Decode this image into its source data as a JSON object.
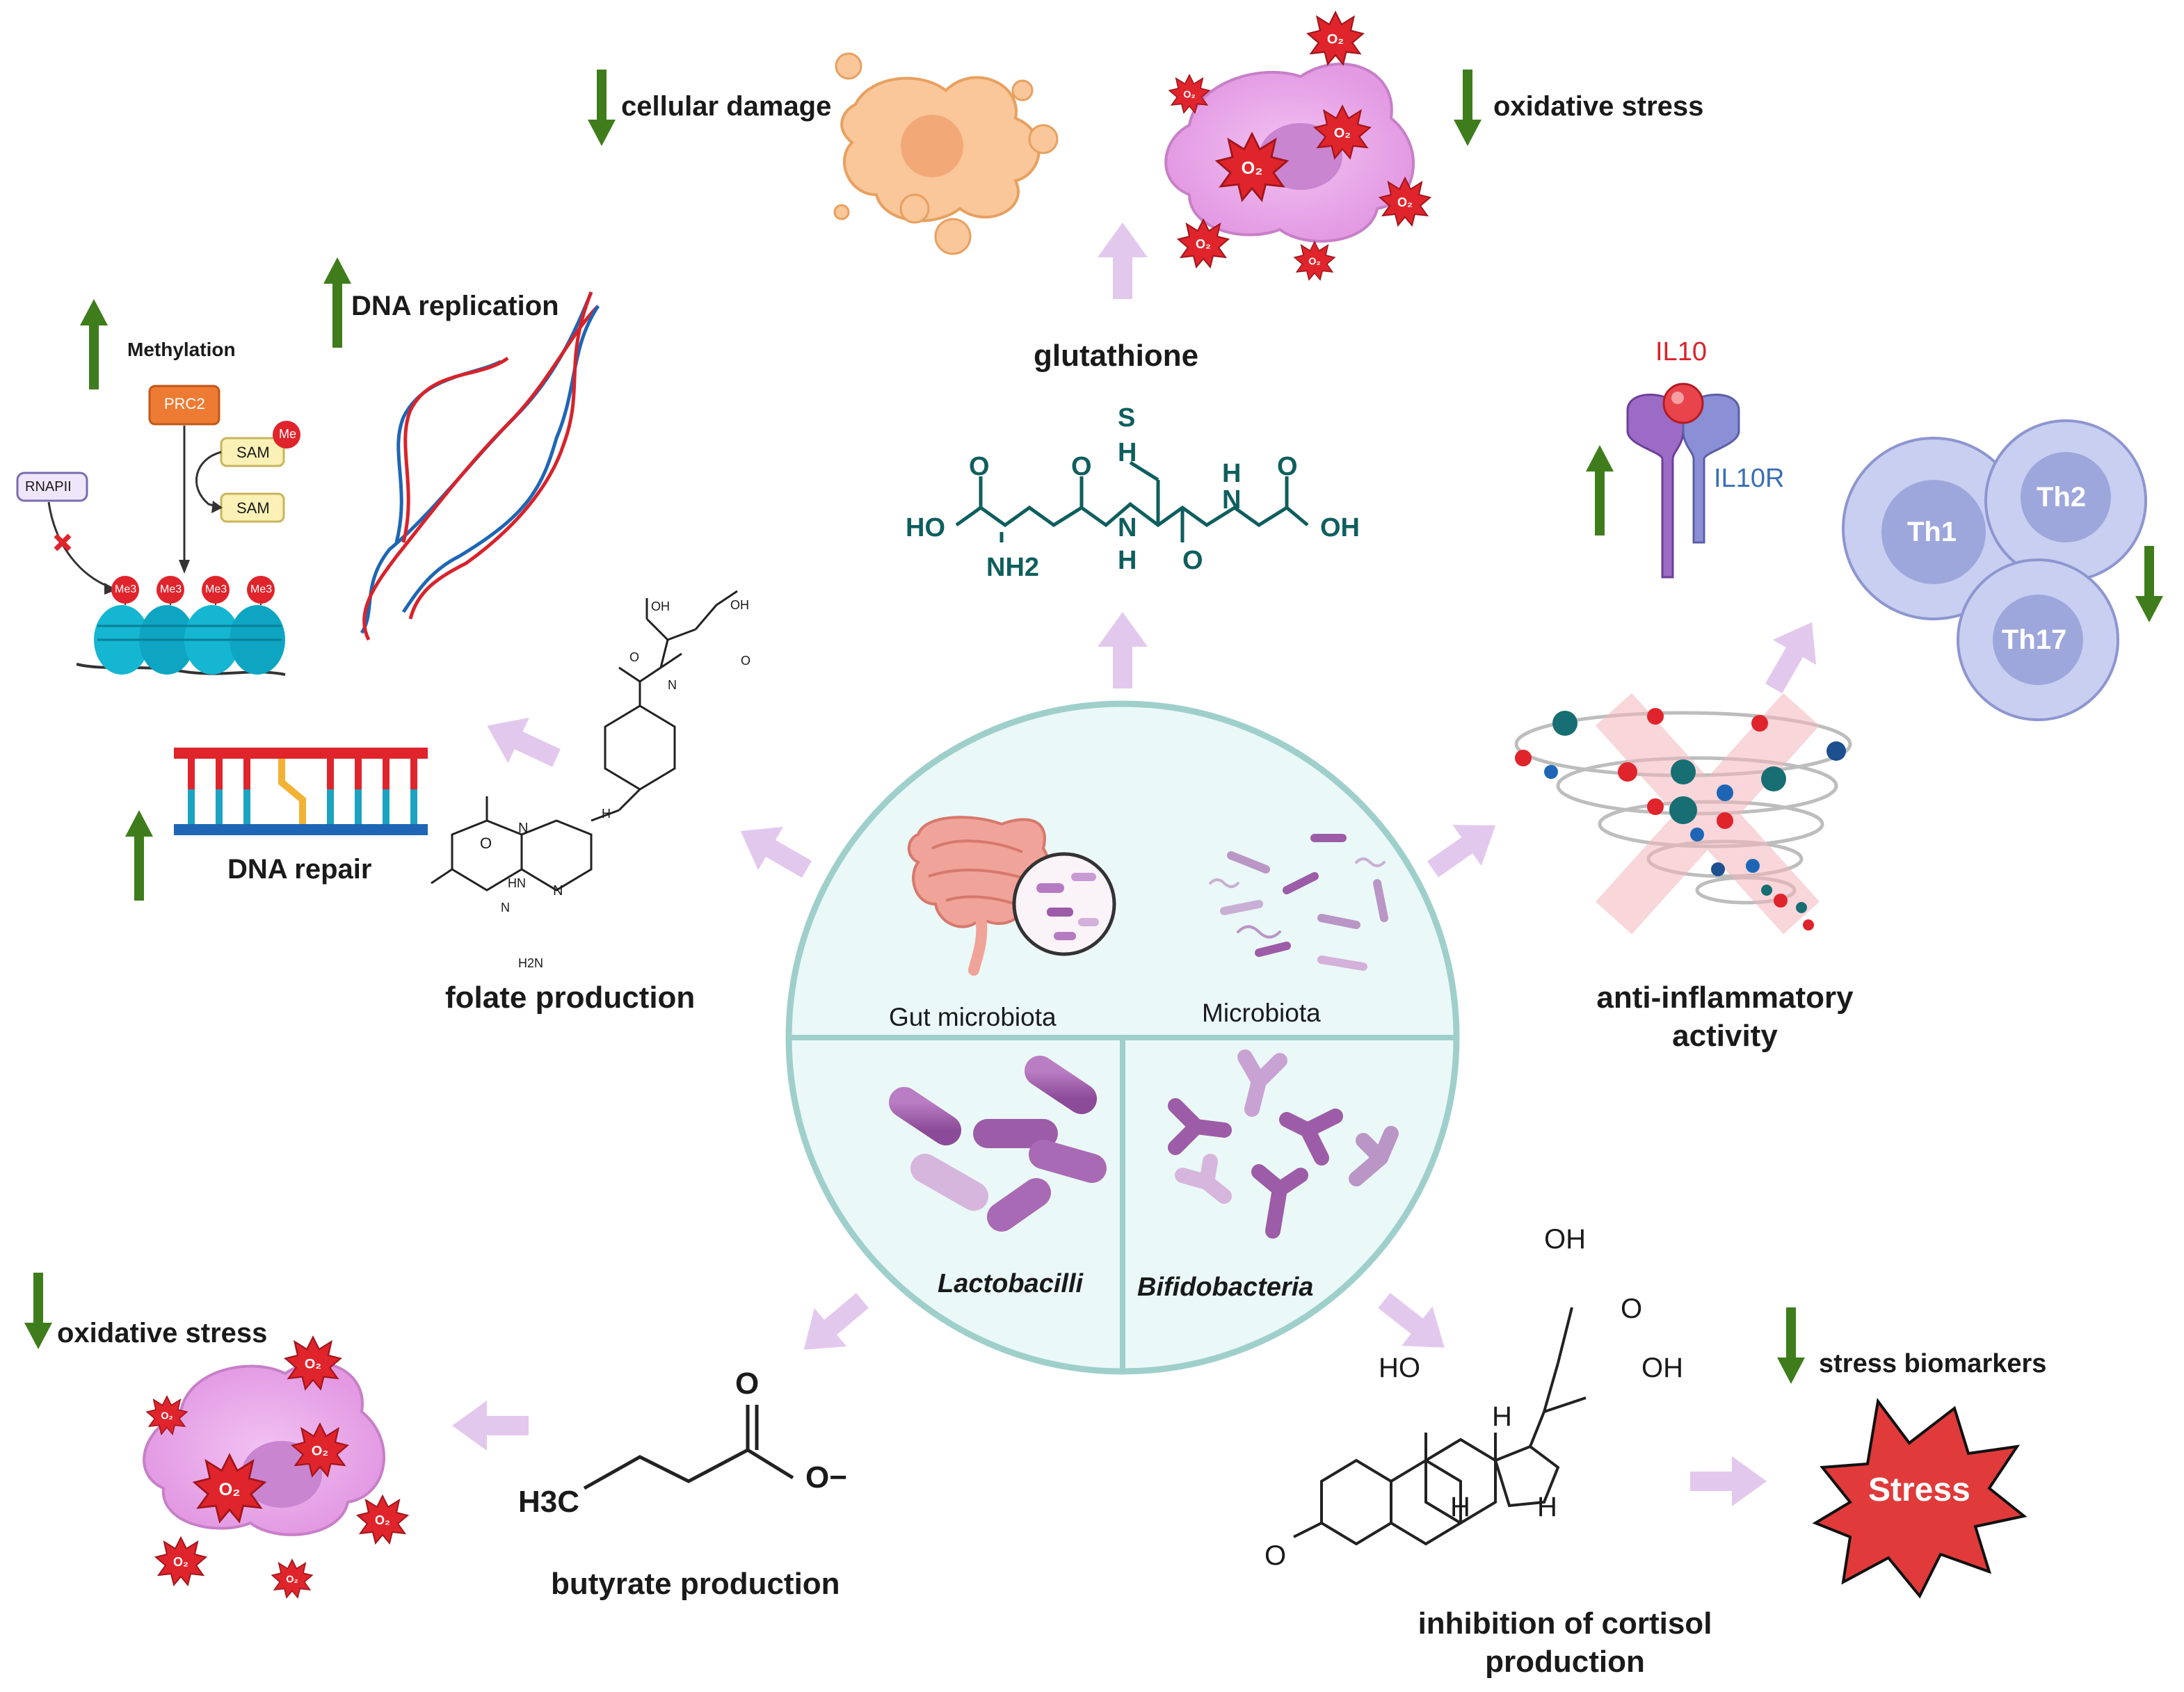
{
  "center": {
    "quadrants": {
      "gut_microbiota": "Gut microbiota",
      "microbiota": "Microbiota",
      "lactobacilli": "Lactobacilli",
      "bifidobacteria": "Bifidobacteria"
    }
  },
  "top": {
    "glutathione": "glutathione",
    "cellular_damage": "cellular damage",
    "oxidative_stress": "oxidative stress"
  },
  "top_left": {
    "methylation": "Methylation",
    "prc2": "PRC2",
    "sam": "SAM",
    "me": "Me",
    "me3": "Me3",
    "rnapii": "RNAPII",
    "dna_replication": "DNA replication",
    "dna_repair": "DNA repair"
  },
  "left": {
    "folate_production": "folate production"
  },
  "right": {
    "il10": "IL10",
    "il10r": "IL10R",
    "th1": "Th1",
    "th2": "Th2",
    "th17": "Th17",
    "anti_inflammatory_line1": "anti-inflammatory",
    "anti_inflammatory_line2": "activity"
  },
  "bottom_left": {
    "oxidative_stress": "oxidative stress",
    "butyrate_production": "butyrate production"
  },
  "bottom_right": {
    "cortisol_line1": "inhibition of cortisol",
    "cortisol_line2": "production",
    "stress_biomarkers": "stress biomarkers",
    "stress": "Stress"
  },
  "chem": {
    "glutathione": {
      "s": "S",
      "h": "H",
      "o": "O",
      "ho": "HO",
      "oh": "OH",
      "n": "N",
      "nh2": "NH2"
    },
    "folate": {
      "oh": "OH",
      "o": "O",
      "nh": "N",
      "h": "H",
      "n": "N",
      "h2n": "H2N",
      "hn": "HN"
    },
    "butyrate": {
      "h3c": "H3C",
      "o": "O",
      "ominus": "O−"
    },
    "cortisol": {
      "oh": "OH",
      "ho": "HO",
      "o": "O",
      "h": "H"
    }
  },
  "colors": {
    "circle_fill": "#eaf8f7",
    "circle_stroke": "#9fcfcb",
    "arrow_purple": "#e3c8ee",
    "arrow_green": "#3f7d1c",
    "cell_purple": "#e6a3e6",
    "ros_red": "#e0242c",
    "stress_red": "#e03a3a",
    "th_cell": "#c7cdea",
    "teal_chem": "#0f5e5e",
    "bacteria_purple": "#a35fb0"
  },
  "icons": [
    "down-arrow-icon",
    "up-arrow-icon",
    "ros-burst-icon",
    "bacteria-icon",
    "intestine-icon",
    "dna-helix-icon",
    "nucleosome-icon",
    "receptor-icon",
    "inflammation-tornado-icon",
    "stress-burst-icon"
  ]
}
